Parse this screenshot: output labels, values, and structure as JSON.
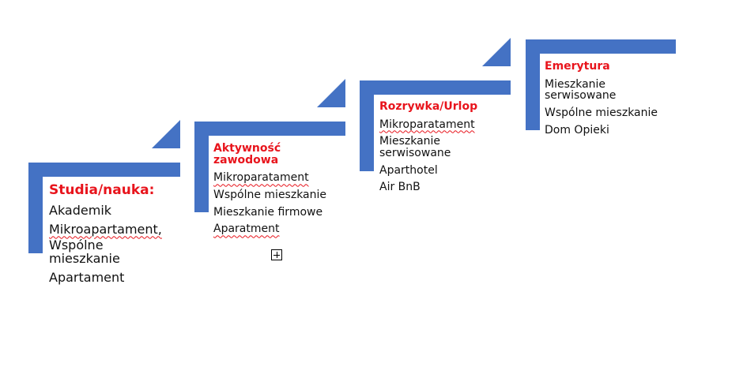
{
  "colors": {
    "accent": "#4472c4",
    "title": "#e8141c",
    "text": "#111111"
  },
  "stages": [
    {
      "title": "Studia/nauka:",
      "items": [
        "Akademik",
        "Mikroapartament,",
        "Wspólne mieszkanie",
        "Apartament"
      ]
    },
    {
      "title": "Aktywność zawodowa",
      "items": [
        "Mikroparatament",
        "Wspólne mieszkanie",
        "Mieszkanie firmowe",
        "Aparatment"
      ]
    },
    {
      "title": "Rozrywka/Urlop",
      "items": [
        "Mikroparatament",
        "Mieszkanie serwisowane",
        "Aparthotel",
        "Air BnB"
      ]
    },
    {
      "title": "Emerytura",
      "items": [
        "Mieszkanie serwisowane",
        "Wspólne mieszkanie",
        "Dom Opieki"
      ]
    }
  ]
}
